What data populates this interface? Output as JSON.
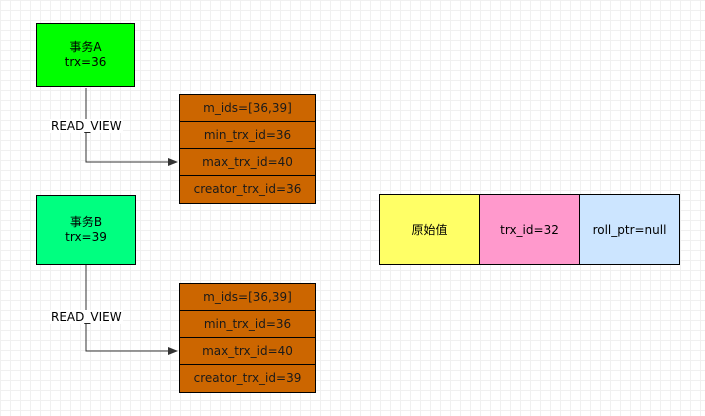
{
  "transactions": [
    {
      "name": "事务A",
      "trx": "trx=36",
      "color": "#00ff00"
    },
    {
      "name": "事务B",
      "trx": "trx=39",
      "color": "#00ff80"
    }
  ],
  "edge_label": "READ_VIEW",
  "read_views": [
    {
      "rows": [
        "m_ids=[36,39]",
        "min_trx_id=36",
        "max_trx_id=40",
        "creator_trx_id=36"
      ]
    },
    {
      "rows": [
        "m_ids=[36,39]",
        "min_trx_id=36",
        "max_trx_id=40",
        "creator_trx_id=39"
      ]
    }
  ],
  "record": {
    "cells": [
      "原始值",
      "trx_id=32",
      "roll_ptr=null"
    ],
    "colors": [
      "#ffff66",
      "#ff99cc",
      "#cce5ff"
    ]
  },
  "read_view_color": "#cc6600"
}
